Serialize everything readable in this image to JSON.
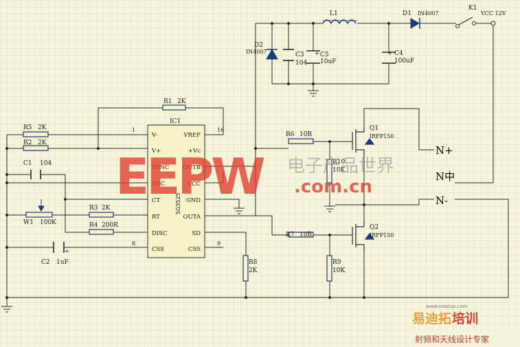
{
  "ic": {
    "name": "IC1",
    "part": "SG3525",
    "left_pins": [
      {
        "num": "1",
        "name": "V-"
      },
      {
        "num": "",
        "name": "V+"
      },
      {
        "num": "",
        "name": "SYNC"
      },
      {
        "num": "",
        "name": "OSC"
      },
      {
        "num": "",
        "name": "CT"
      },
      {
        "num": "",
        "name": "RT"
      },
      {
        "num": "",
        "name": "DISC"
      },
      {
        "num": "8",
        "name": "CSS"
      }
    ],
    "right_pins": [
      {
        "num": "16",
        "name": "VREF"
      },
      {
        "num": "",
        "name": "+Vc"
      },
      {
        "num": "",
        "name": "OUTB"
      },
      {
        "num": "",
        "name": "VCC"
      },
      {
        "num": "",
        "name": "GND"
      },
      {
        "num": "",
        "name": "OUTA"
      },
      {
        "num": "",
        "name": "SD"
      },
      {
        "num": "9",
        "name": "CSS"
      }
    ]
  },
  "components": {
    "R1": {
      "ref": "R1",
      "value": "2K"
    },
    "R2": {
      "ref": "R2",
      "value": "2K"
    },
    "R3": {
      "ref": "R3",
      "value": "2K"
    },
    "R4": {
      "ref": "R4",
      "value": "200R"
    },
    "R5": {
      "ref": "R5",
      "value": "2K"
    },
    "R6": {
      "ref": "R6",
      "value": "10R"
    },
    "R7": {
      "ref": "R7",
      "value": "10R"
    },
    "R8": {
      "ref": "R8",
      "value": "2K"
    },
    "R9": {
      "ref": "R9",
      "value": "10K"
    },
    "R10": {
      "ref": "R10",
      "value": "10K"
    },
    "C1": {
      "ref": "C1",
      "value": "104"
    },
    "C2": {
      "ref": "C2",
      "value": "1uF"
    },
    "C3": {
      "ref": "C3",
      "value": "104"
    },
    "C4": {
      "ref": "C4",
      "value": "100uF"
    },
    "C5": {
      "ref": "C5",
      "value": "10uF"
    },
    "W1": {
      "ref": "W1",
      "value": "100K"
    },
    "D1": {
      "ref": "D1",
      "value": "IN4007"
    },
    "D2": {
      "ref": "D2",
      "value": "IN4007"
    },
    "L1": {
      "ref": "L1"
    },
    "K1": {
      "ref": "K1"
    },
    "Q1": {
      "ref": "Q1",
      "value": "IRFP150"
    },
    "Q2": {
      "ref": "Q2",
      "value": "IRFP150"
    }
  },
  "supply": {
    "label": "VCC 12V"
  },
  "terminals": {
    "n_plus": "N+",
    "n_mid": "N中",
    "n_minus": "N-"
  },
  "watermark": {
    "big": "EEPW",
    "cn": "电子产品世界",
    "url": ".com.cn"
  },
  "logo": {
    "part1": "易迪拓",
    "part2": "培训",
    "sub": "射频和天线设计专家",
    "url": "www.edatop.com"
  },
  "colors": {
    "wire": "#1f2a33",
    "grid": "#d8d3b2",
    "background": "#f7f4dc",
    "component": "#1a3a7a",
    "watermark": "#e23b2e"
  }
}
